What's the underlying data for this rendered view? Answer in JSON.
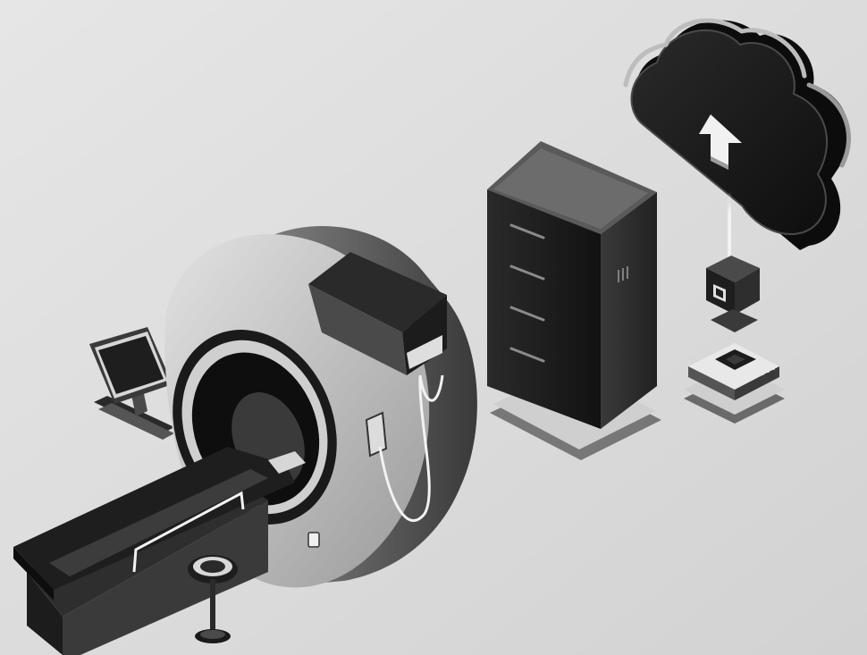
{
  "scene": {
    "background_color": "#dcdcdc",
    "objects": [
      {
        "name": "mri-scanner",
        "icon": "mri-scanner-icon"
      },
      {
        "name": "control-monitor",
        "icon": "monitor-icon"
      },
      {
        "name": "patient-table",
        "icon": "patient-bed-icon"
      },
      {
        "name": "server-tower",
        "icon": "server-rack-icon"
      },
      {
        "name": "edge-gateway",
        "icon": "gateway-box-icon"
      },
      {
        "name": "network-router",
        "icon": "router-icon"
      },
      {
        "name": "cloud",
        "icon": "cloud-upload-icon"
      }
    ],
    "colors": {
      "dark": "#1c1c1c",
      "mid": "#6f6f6f",
      "light": "#cfcfcf",
      "highlight": "#f2f2f2"
    }
  }
}
